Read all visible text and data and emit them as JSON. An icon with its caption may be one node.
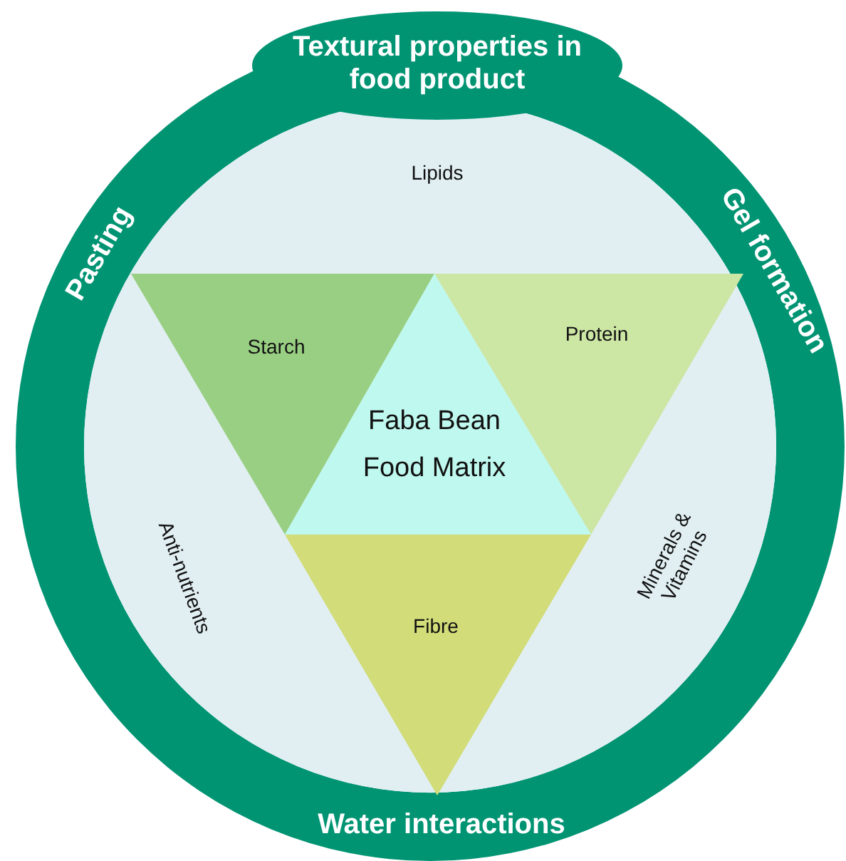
{
  "diagram": {
    "nodes": [
      {
        "text": [
          "Pasting",
          "Gel formation",
          "Water interactions"
        ]
      },
      {
        "text": [
          "Textural properties in food product"
        ]
      },
      {
        "text": [
          "Lipids",
          "Anti-nutrients",
          "Minerals & Vitamins"
        ],
        "in": 0
      },
      {
        "text": [
          "Starch"
        ],
        "in": 2
      },
      {
        "text": [
          "Protein"
        ],
        "in": 2
      },
      {
        "text": [
          "Faba Bean Food Matrix"
        ],
        "in": 2
      },
      {
        "text": [
          "Fibre"
        ],
        "in": 2
      }
    ]
  }
}
